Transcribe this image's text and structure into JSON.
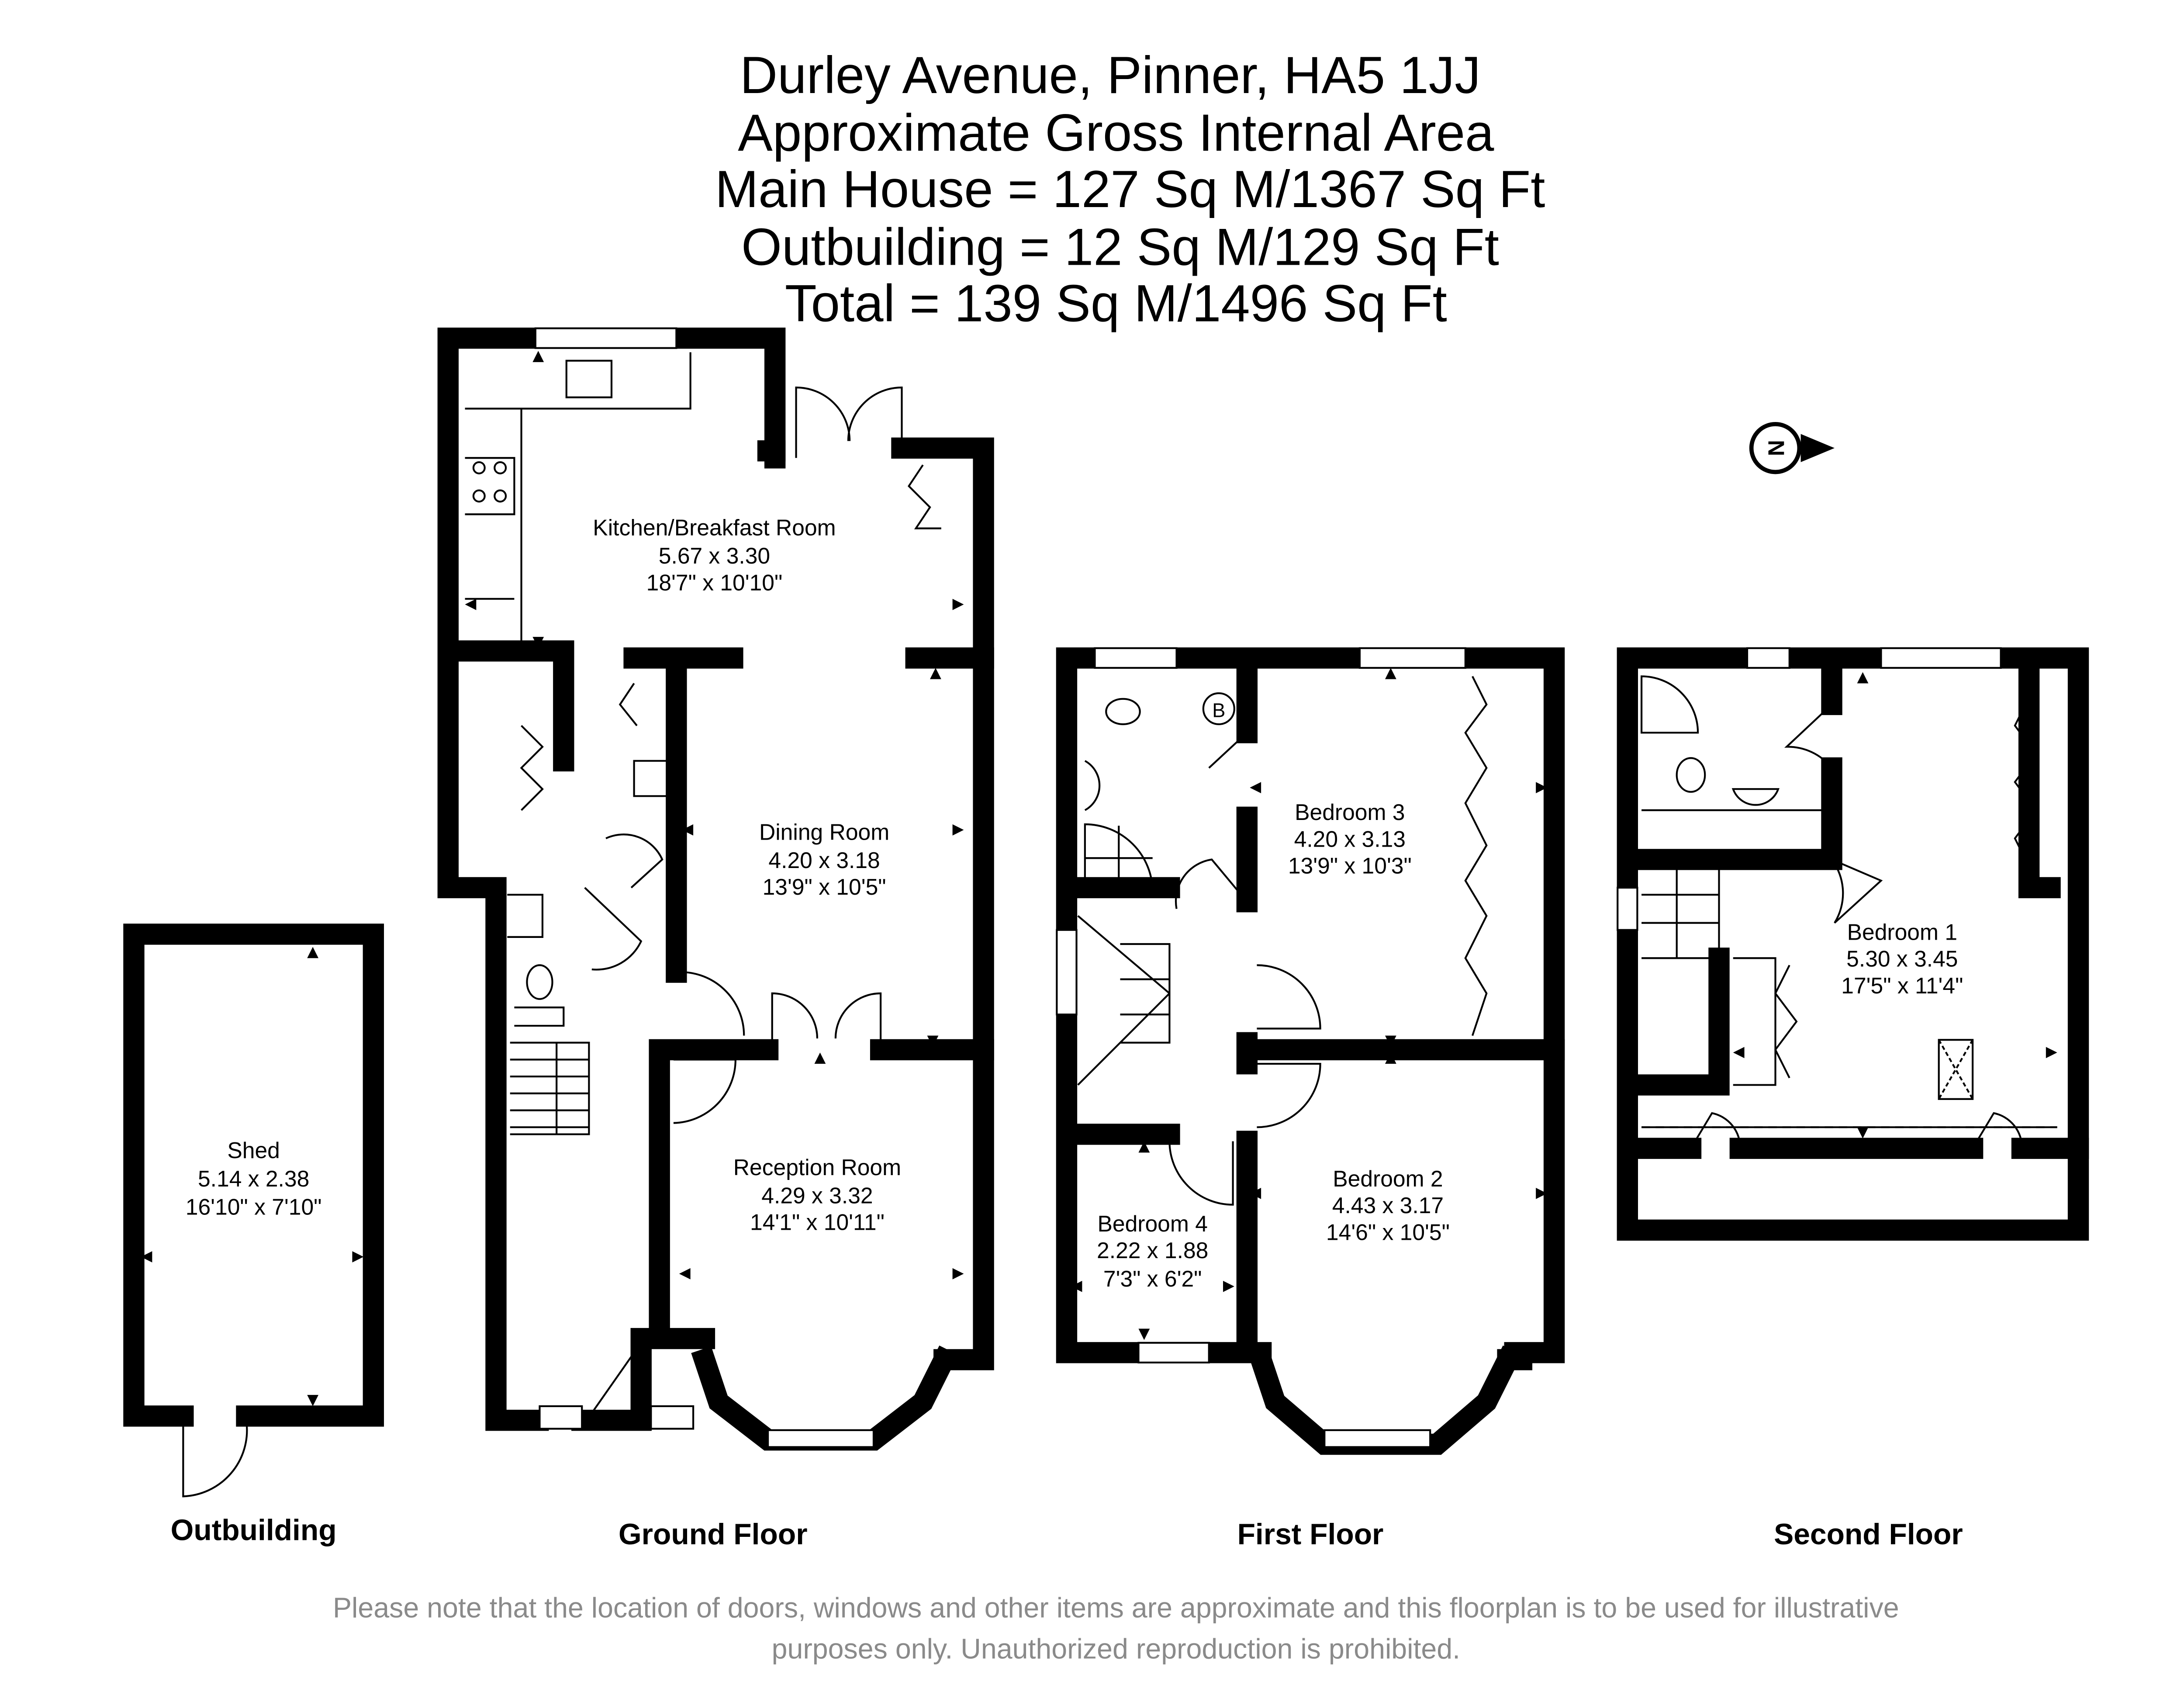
{
  "header": {
    "address": "Durley Avenue, Pinner, HA5 1JJ",
    "subtitle": "Approximate Gross Internal Area",
    "main_house": "Main House = 127 Sq M/1367 Sq Ft",
    "outbuilding": "Outbuilding = 12 Sq M/129 Sq Ft",
    "total": "Total = 139 Sq M/1496 Sq Ft"
  },
  "compass": {
    "label": "N",
    "icon": "north-arrow-icon"
  },
  "rooms": {
    "kitchen": {
      "name": "Kitchen/Breakfast Room",
      "metric": "5.67 x 3.30",
      "imperial": "18'7\" x 10'10\""
    },
    "dining": {
      "name": "Dining Room",
      "metric": "4.20 x 3.18",
      "imperial": "13'9\" x 10'5\""
    },
    "reception": {
      "name": "Reception Room",
      "metric": "4.29 x 3.32",
      "imperial": "14'1\" x 10'11\""
    },
    "shed": {
      "name": "Shed",
      "metric": "5.14 x 2.38",
      "imperial": "16'10\" x 7'10\""
    },
    "bedroom3": {
      "name": "Bedroom 3",
      "metric": "4.20 x 3.13",
      "imperial": "13'9\" x 10'3\""
    },
    "bedroom2": {
      "name": "Bedroom 2",
      "metric": "4.43 x 3.17",
      "imperial": "14'6\" x 10'5\""
    },
    "bedroom4": {
      "name": "Bedroom 4",
      "metric": "2.22 x 1.88",
      "imperial": "7'3\" x 6'2\""
    },
    "bedroom1": {
      "name": "Bedroom 1",
      "metric": "5.30 x 3.45",
      "imperial": "17'5\" x 11'4\""
    },
    "boiler": {
      "label": "B"
    }
  },
  "floors": {
    "outbuilding": "Outbuilding",
    "ground": "Ground Floor",
    "first": "First Floor",
    "second": "Second Floor"
  },
  "disclaimer": {
    "line1": "Please note that the location of doors, windows and other items are approximate and this floorplan is to be used for illustrative",
    "line2": "purposes only. Unauthorized reproduction is prohibited."
  }
}
